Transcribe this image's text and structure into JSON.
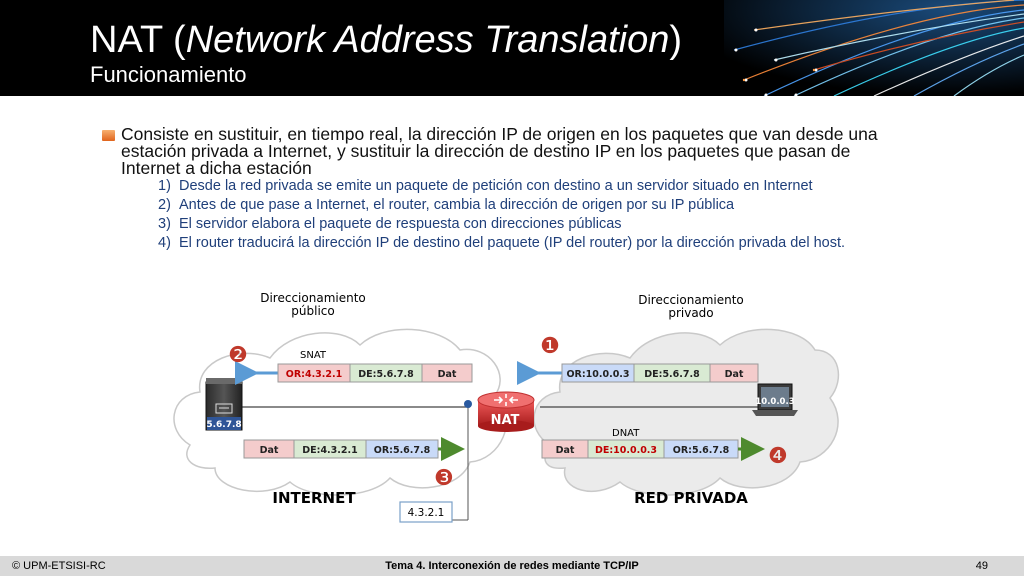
{
  "slide": {
    "title_main": "NAT (",
    "title_italic": "Network Address Translation",
    "title_close": ")",
    "subtitle": "Funcionamiento",
    "bullet": "Consiste en sustituir, en tiempo real,  la dirección IP de origen en los paquetes que van desde una estación privada a Internet, y sustituir la dirección de destino IP en los paquetes que pasan de Internet a dicha estación",
    "steps": [
      {
        "num": "1)",
        "text": "Desde la red privada se emite un paquete de petición con destino a un servidor situado en Internet"
      },
      {
        "num": "2)",
        "text": "Antes de que pase a Internet, el router, cambia la dirección de origen por su IP pública"
      },
      {
        "num": "3)",
        "text": "El servidor elabora el paquete de respuesta con direcciones públicas"
      },
      {
        "num": "4)",
        "text": "El router  traducirá la dirección IP de destino del paquete (IP del router) por la dirección privada del host."
      }
    ]
  },
  "diagram": {
    "public_label_1": "Direccionamiento",
    "public_label_2": "público",
    "private_label_1": "Direccionamiento",
    "private_label_2": "privado",
    "internet_label": "INTERNET",
    "private_net_label": "RED PRIVADA",
    "snat_label": "SNAT",
    "dnat_label": "DNAT",
    "router_label": "NAT",
    "router_ip": "4.3.2.1",
    "server_ip": "5.6.7.8",
    "host_ip": "10.0.0.3",
    "badges": [
      "❶",
      "❷",
      "❸",
      "❹"
    ],
    "packet_snat": [
      "OR:4.3.2.1",
      "DE:5.6.7.8",
      "Dat"
    ],
    "packet_private_out": [
      "OR:10.0.0.3",
      "DE:5.6.7.8",
      "Dat"
    ],
    "packet_public_in": [
      "Dat",
      "DE:4.3.2.1",
      "OR:5.6.7.8"
    ],
    "packet_dnat": [
      "Dat",
      "DE:10.0.0.3",
      "OR:5.6.7.8"
    ],
    "colors": {
      "badge": "#c0392b",
      "arrow_blue": "#5b9bd5",
      "arrow_green": "#4e8a2e",
      "router": "#d9383a",
      "field_pink": "#f4cccc",
      "field_green": "#d9ead3",
      "field_blue": "#c9daf8"
    }
  },
  "footer": {
    "left": "© UPM-ETSISI-RC",
    "center": "Tema 4. Interconexión de redes mediante TCP/IP",
    "page": "49"
  }
}
